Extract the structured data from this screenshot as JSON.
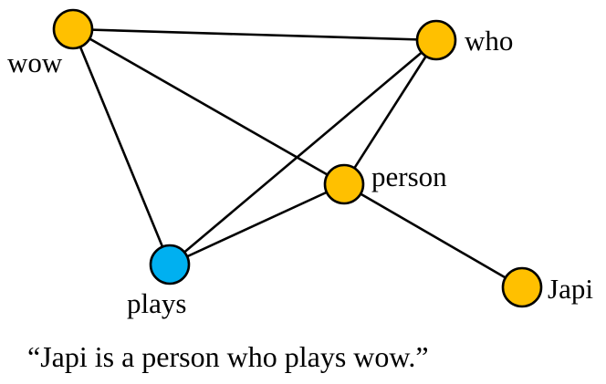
{
  "graph": {
    "nodes": [
      {
        "id": "wow",
        "label": "wow",
        "color": "#FFC000"
      },
      {
        "id": "who",
        "label": "who",
        "color": "#FFC000"
      },
      {
        "id": "person",
        "label": "person",
        "color": "#FFC000"
      },
      {
        "id": "plays",
        "label": "plays",
        "color": "#00B0F0"
      },
      {
        "id": "japi",
        "label": "Japi",
        "color": "#FFC000"
      }
    ],
    "edges": [
      [
        "wow",
        "who"
      ],
      [
        "wow",
        "person"
      ],
      [
        "wow",
        "plays"
      ],
      [
        "who",
        "person"
      ],
      [
        "who",
        "plays"
      ],
      [
        "person",
        "plays"
      ],
      [
        "person",
        "japi"
      ]
    ]
  },
  "caption": "“Japi is a person who plays wow.”"
}
